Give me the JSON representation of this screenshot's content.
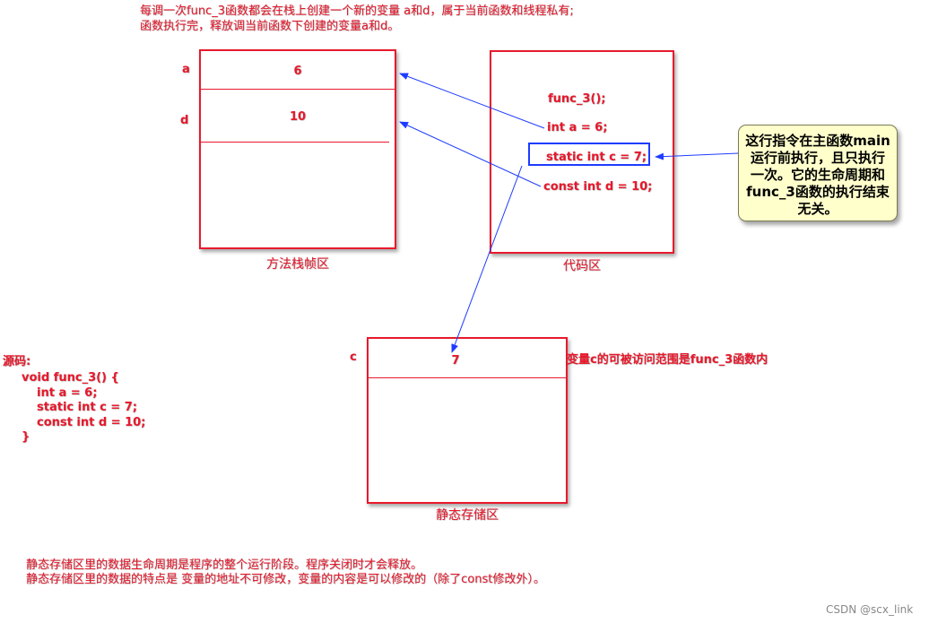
{
  "top_note": {
    "line1": "每调一次func_3函数都会在栈上创建一个新的变量 a和d，属于当前函数和线程私有;",
    "line2": "函数执行完，释放调当前函数下创建的变量a和d。"
  },
  "stack_frame": {
    "var_a_label": "a",
    "var_a_value": "6",
    "var_d_label": "d",
    "var_d_value": "10",
    "caption": "方法栈帧区"
  },
  "code_area": {
    "line1": "func_3();",
    "line2": "int a = 6;",
    "line3": "static int c = 7;",
    "line4": "const int d = 10;",
    "caption": "代码区"
  },
  "callout": {
    "text": "这行指令在主函数main运行前执行，且只执行一次。它的生命周期和func_3函数的执行结束无关。"
  },
  "static_area": {
    "var_c_label": "c",
    "var_c_value": "7",
    "caption": "静态存储区",
    "scope_note": "变量c的可被访问范围是func_3函数内"
  },
  "source_code": {
    "title": "源码:",
    "lines": [
      "void func_3() {",
      "int a = 6;",
      "static int c = 7;",
      "const int d = 10;",
      "}"
    ]
  },
  "bottom_note": {
    "line1": "静态存储区里的数据生命周期是程序的整个运行阶段。程序关闭时才会释放。",
    "line2": "静态存储区里的数据的特点是 变量的地址不可修改，变量的内容是可以修改的（除了const修改外）。"
  },
  "watermark": "CSDN @scx_link",
  "colors": {
    "text_red": "#e8192c",
    "arrow_blue": "#1e3cff",
    "callout_bg": "#ffffcc"
  }
}
